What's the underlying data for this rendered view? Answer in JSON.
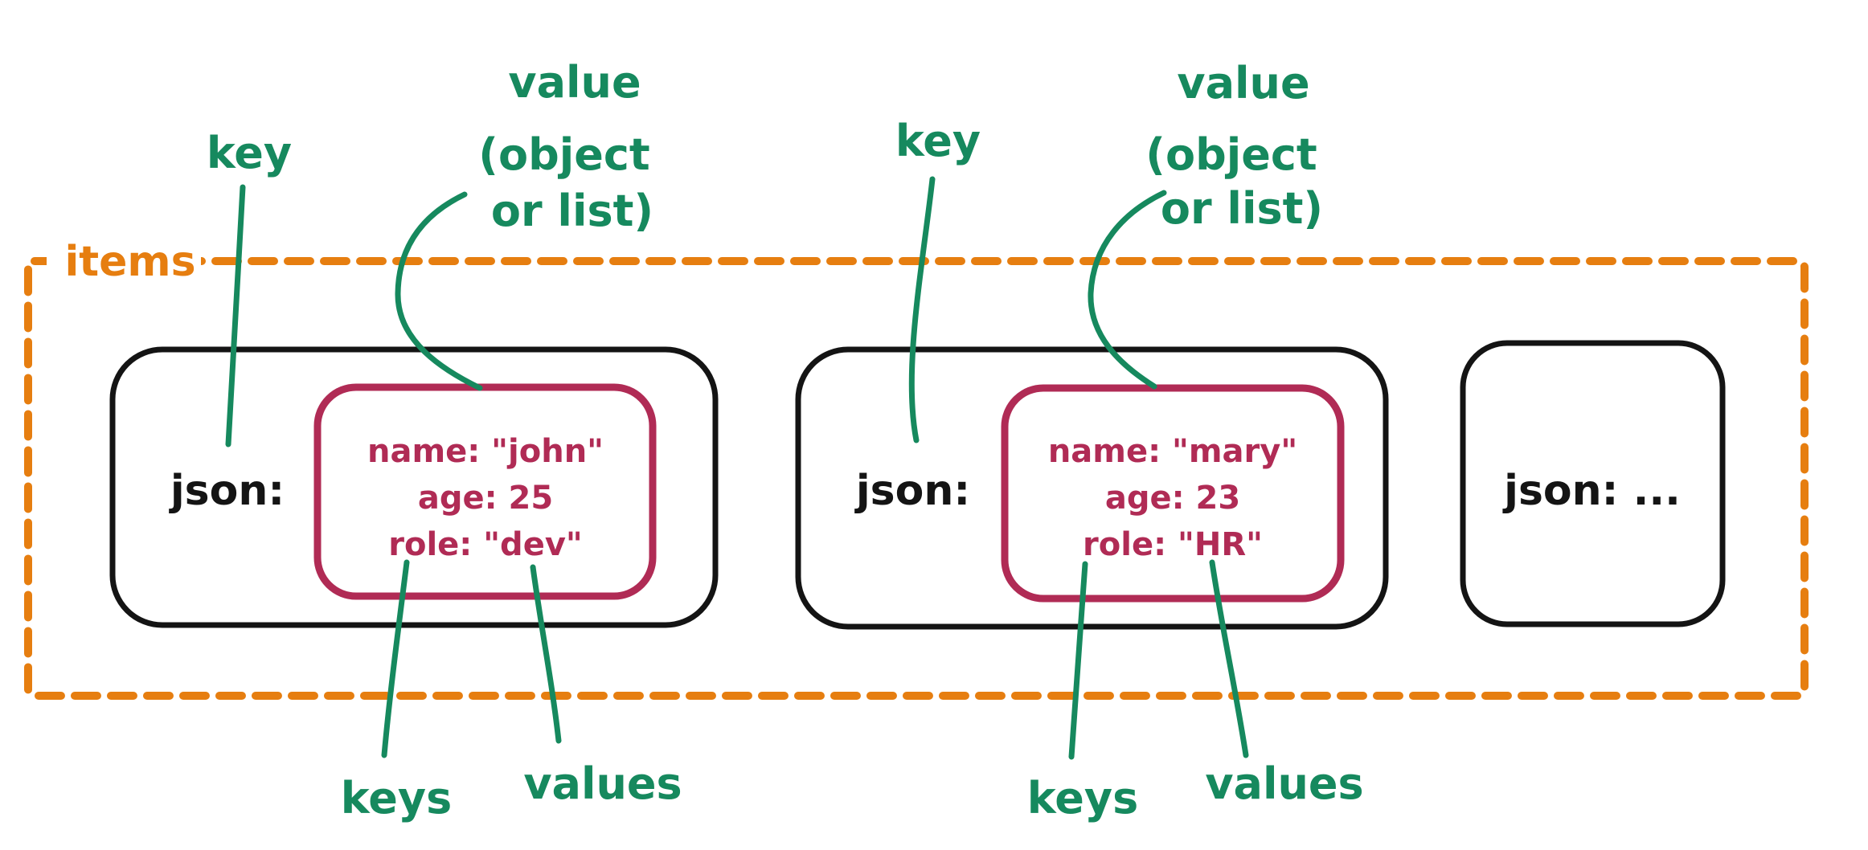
{
  "diagram": {
    "description": "Hand-drawn diagram of a JSON list structure: an items list containing objects with a json key whose value is an object of keys and values",
    "colors": {
      "orange": "#E67E10",
      "green": "#16895E",
      "red": "#B02B55",
      "black": "#141414",
      "background": "#FFFFFF"
    },
    "boundary": {
      "label": "items"
    },
    "annotations": {
      "key": "key",
      "value_line1": "value",
      "value_line2": "(object",
      "value_line3": "or list)",
      "keys": "keys",
      "values": "values"
    },
    "items": [
      {
        "key_label": "json:",
        "record": {
          "line1": "name: \"john\"",
          "line2": "age: 25",
          "line3": "role: \"dev\""
        }
      },
      {
        "key_label": "json:",
        "record": {
          "line1": "name: \"mary\"",
          "line2": "age: 23",
          "line3": "role: \"HR\""
        }
      },
      {
        "key_label": "json:  ..."
      }
    ]
  }
}
